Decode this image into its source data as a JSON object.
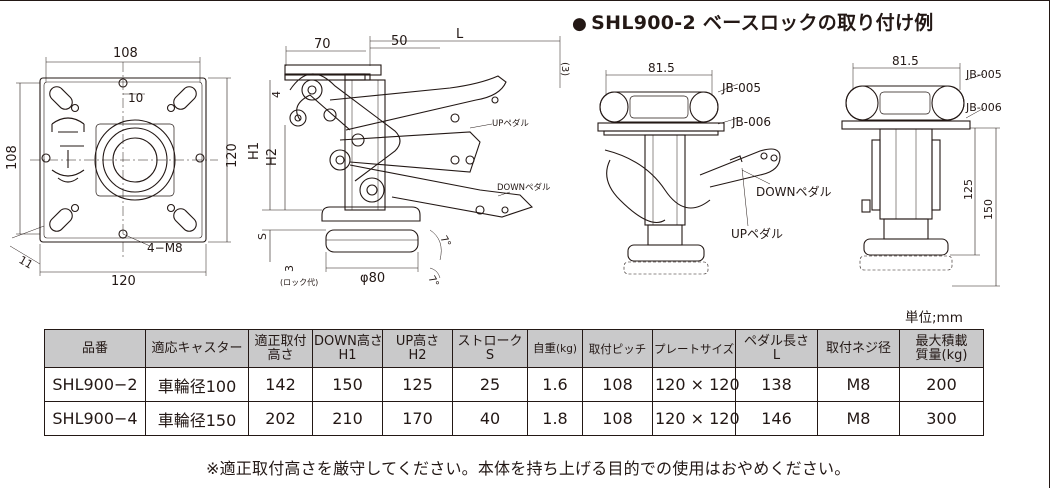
{
  "section_title": "SHL900-2 ベースロックの取り付け例",
  "section_bullet": "●",
  "unit_label": "単位;mm",
  "plate_view": {
    "width_top": "108",
    "width_bottom": "120",
    "height_left": "108",
    "height_right": "120",
    "slot_dim": "10",
    "bolt_label": "4−M8",
    "corner_dim": "11"
  },
  "side_view": {
    "dim_70": "70",
    "dim_50": "50",
    "dim_L": "L",
    "dim_3_top": "(3)",
    "dim_4": "4",
    "dim_H1": "H1",
    "dim_H2": "H2",
    "dim_S": "S",
    "dim_3_bottom": "3",
    "lock_note": "(ロック代)",
    "wheel_dia": "φ80",
    "angle_7a": "7°",
    "angle_7b": "7°",
    "up_pedal": "UPペダル",
    "down_pedal": "DOWNペダル"
  },
  "example_front": {
    "dim": "81.5",
    "jb1": "JB-005",
    "jb2": "JB-006",
    "down_pedal": "DOWNペダル",
    "up_pedal": "UPペダル"
  },
  "example_side": {
    "dim": "81.5",
    "jb1": "JB-005",
    "jb2": "JB-006",
    "dim_125": "125",
    "dim_150": "150"
  },
  "table": {
    "headers": [
      {
        "line1": "品番",
        "line2": ""
      },
      {
        "line1": "適応キャスター",
        "line2": ""
      },
      {
        "line1": "適正取付",
        "line2": "高さ"
      },
      {
        "line1": "DOWN高さ",
        "line2": "H1"
      },
      {
        "line1": "UP高さ",
        "line2": "H2"
      },
      {
        "line1": "ストローク",
        "line2": "S"
      },
      {
        "line1": "自重",
        "line2": "(kg)"
      },
      {
        "line1": "取付ピッチ",
        "line2": ""
      },
      {
        "line1": "プレートサイズ",
        "line2": ""
      },
      {
        "line1": "ペダル長さ",
        "line2": "L"
      },
      {
        "line1": "取付ネジ径",
        "line2": ""
      },
      {
        "line1": "最大積載",
        "line2": "質量(kg)"
      }
    ],
    "rows": [
      [
        "SHL900−2",
        "車輪径100",
        "142",
        "150",
        "125",
        "25",
        "1.6",
        "108",
        "120 × 120",
        "138",
        "M8",
        "200"
      ],
      [
        "SHL900−4",
        "車輪径150",
        "202",
        "210",
        "170",
        "40",
        "1.8",
        "108",
        "120 × 120",
        "146",
        "M8",
        "300"
      ]
    ]
  },
  "note": "※適正取付高さを厳守してください。本体を持ち上げる目的での使用はおやめください。"
}
